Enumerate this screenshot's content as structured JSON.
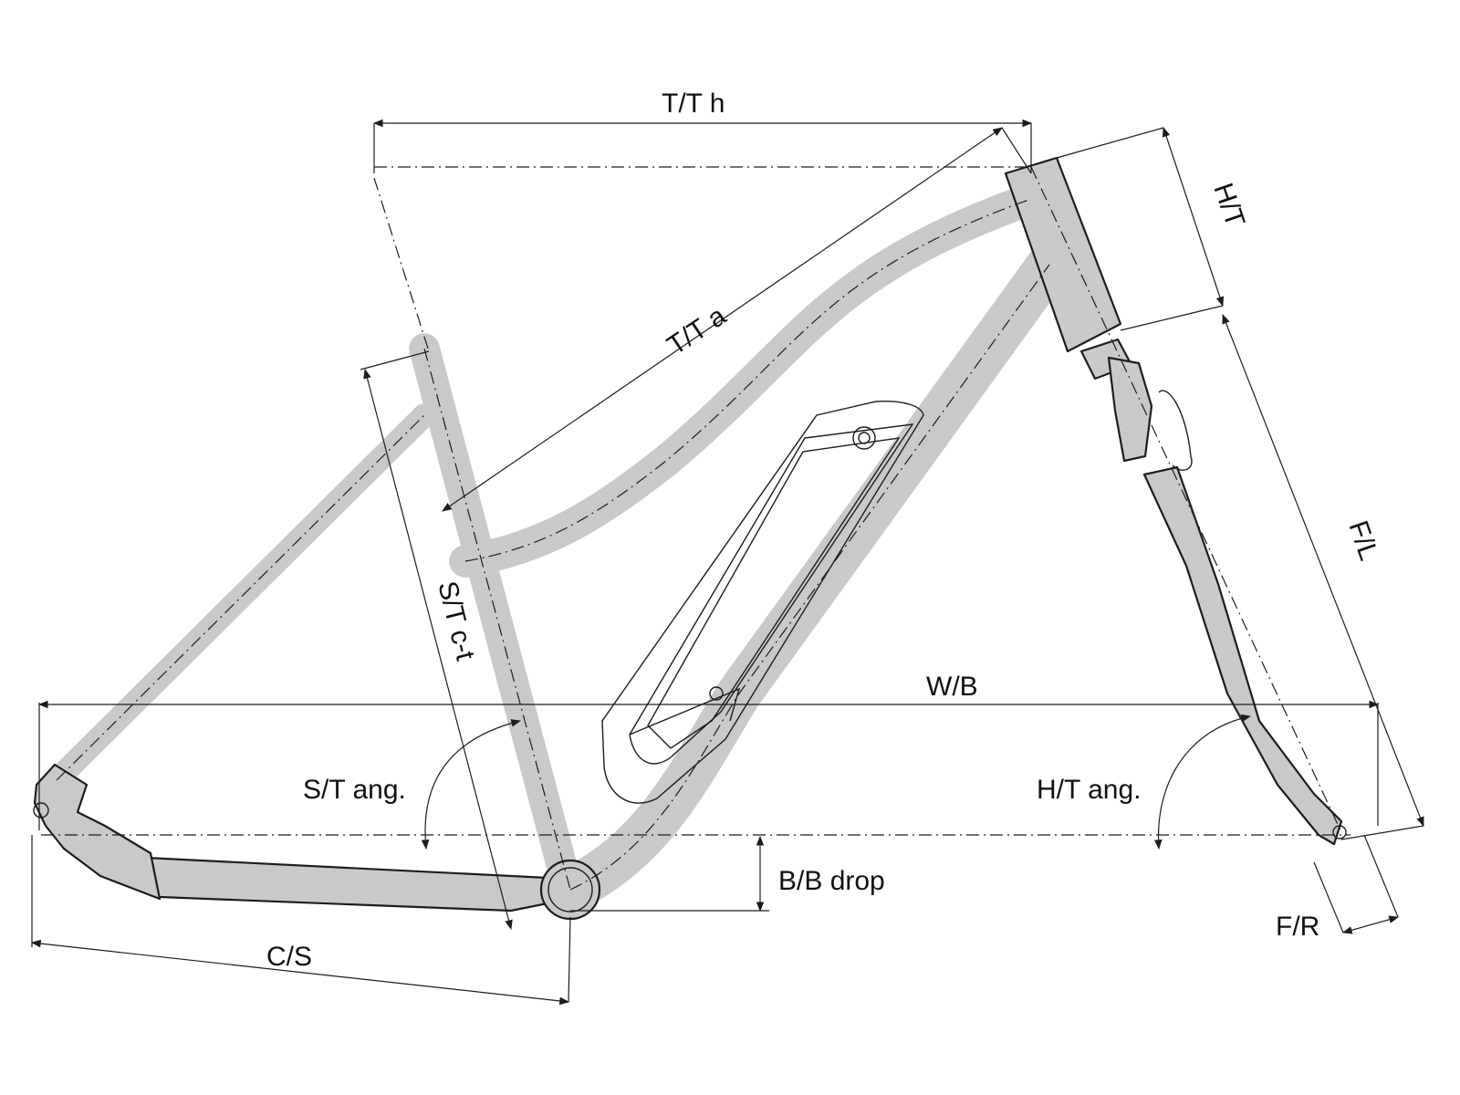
{
  "labels": {
    "tt_h": "T/T h",
    "tt_a": "T/T a",
    "ht": "H/T",
    "fl": "F/L",
    "st_ct": "S/T c-t",
    "wb": "W/B",
    "st_ang": "S/T ang.",
    "ht_ang": "H/T ang.",
    "bb_drop": "B/B drop",
    "cs": "C/S",
    "fr": "F/R"
  },
  "colors": {
    "tube_fill": "#c9c9c9",
    "outline": "#1d1d1d"
  }
}
